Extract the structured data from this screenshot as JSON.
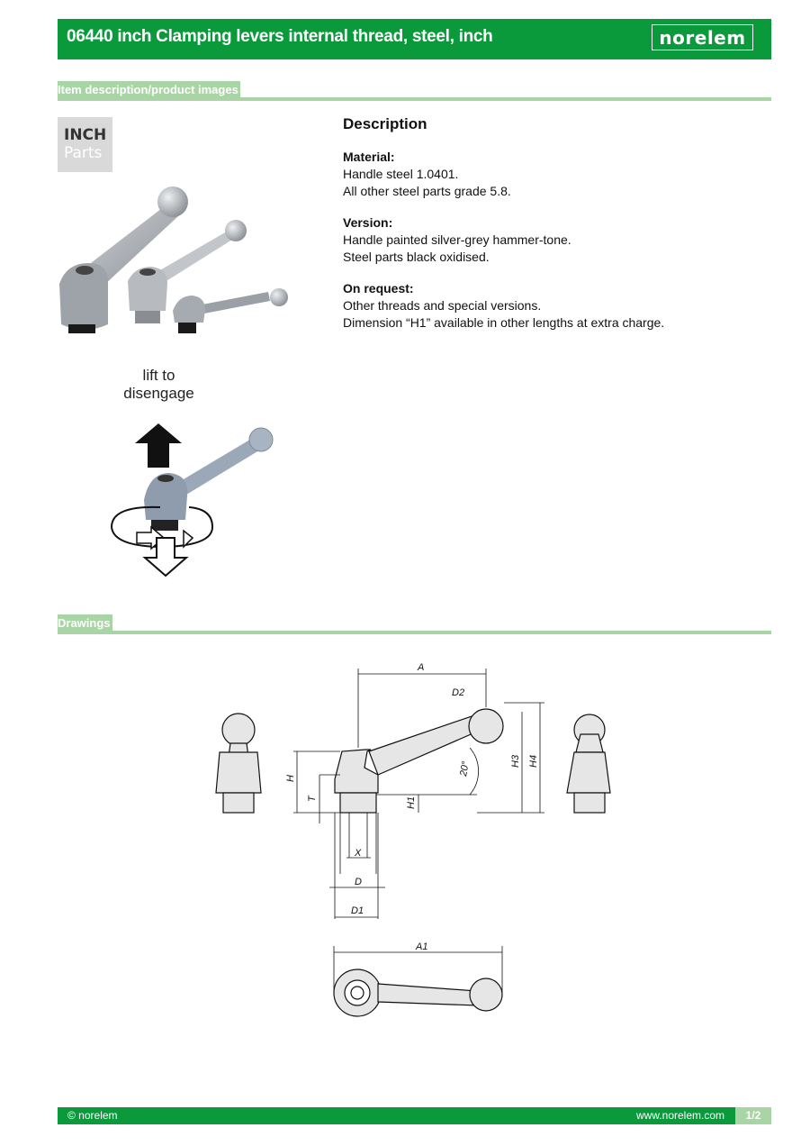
{
  "header": {
    "title": "06440 inch Clamping levers internal thread, steel, inch",
    "logo_text": "norelem"
  },
  "sections": {
    "item_description": "Item description/product images",
    "drawings": "Drawings"
  },
  "badge": {
    "line1": "INCH",
    "line2": "Parts"
  },
  "image_caption": {
    "line1": "lift to",
    "line2": "disengage"
  },
  "description": {
    "title": "Description",
    "blocks": [
      {
        "heading": "Material:",
        "lines": [
          "Handle steel 1.0401.",
          "All other steel parts grade 5.8."
        ]
      },
      {
        "heading": "Version:",
        "lines": [
          "Handle painted silver-grey hammer-tone.",
          "Steel parts black oxidised."
        ]
      },
      {
        "heading": "On request:",
        "lines": [
          "Other threads and special versions.",
          "Dimension “H1” available in other lengths at extra charge."
        ]
      }
    ]
  },
  "drawing_labels": {
    "A": "A",
    "A1": "A1",
    "D": "D",
    "D1": "D1",
    "D2": "D2",
    "X": "X",
    "H": "H",
    "H1": "H1",
    "H3": "H3",
    "H4": "H4",
    "T": "T",
    "angle": "20°"
  },
  "footer": {
    "copyright": "© norelem",
    "website": "www.norelem.com",
    "page": "1/2"
  },
  "colors": {
    "brand_green": "#0a9a3c",
    "light_green": "#a9d4a6"
  }
}
